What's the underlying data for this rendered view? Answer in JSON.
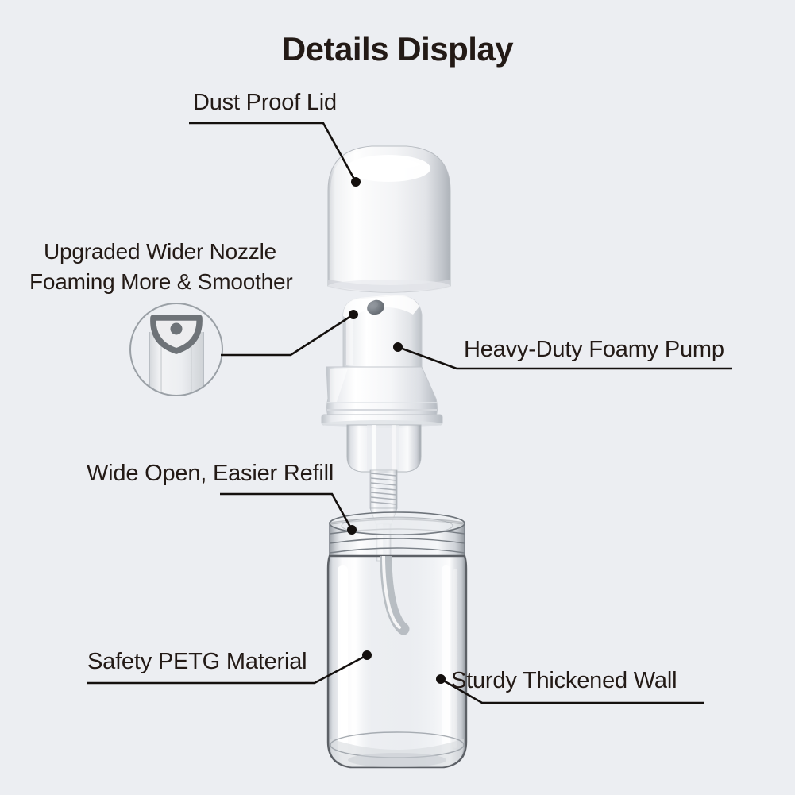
{
  "background_color": "#eceef2",
  "text_color": "#231a16",
  "header": {
    "title": "Details Display"
  },
  "callouts": [
    {
      "id": "dust-proof-lid",
      "label": "Dust Proof Lid"
    },
    {
      "id": "upgraded-nozzle-1",
      "label": "Upgraded Wider Nozzle"
    },
    {
      "id": "upgraded-nozzle-2",
      "label": "Foaming More & Smoother"
    },
    {
      "id": "heavy-duty-pump",
      "label": "Heavy-Duty Foamy Pump"
    },
    {
      "id": "wide-open-refill",
      "label": "Wide Open, Easier Refill"
    },
    {
      "id": "safety-petg",
      "label": "Safety PETG Material"
    },
    {
      "id": "thickened-wall",
      "label": "Sturdy Thickened Wall"
    }
  ],
  "labels": {
    "dust_proof_lid": "Dust Proof Lid",
    "upgraded_nozzle_line1": "Upgraded Wider Nozzle",
    "upgraded_nozzle_line2": "Foaming More & Smoother",
    "heavy_duty_pump": "Heavy-Duty Foamy Pump",
    "wide_open_refill": "Wide Open, Easier Refill",
    "safety_petg": "Safety PETG Material",
    "thickened_wall": "Sturdy Thickened Wall"
  },
  "product": {
    "type": "foaming-soap-dispenser-bottle",
    "parts": [
      "dust-proof-lid",
      "foamy-pump-head",
      "pump-chamber-spring",
      "dip-tube",
      "petg-bottle"
    ],
    "material": "PETG",
    "colors": {
      "plastic_white": "#f6f7f8",
      "plastic_shadow": "#c9ccd2",
      "glass_outline": "#5c6066",
      "leader_line": "#14100e"
    }
  },
  "nozzle_inset": {
    "name": "wide-nozzle-detail-circle",
    "outline_color": "#9aa0a6"
  }
}
